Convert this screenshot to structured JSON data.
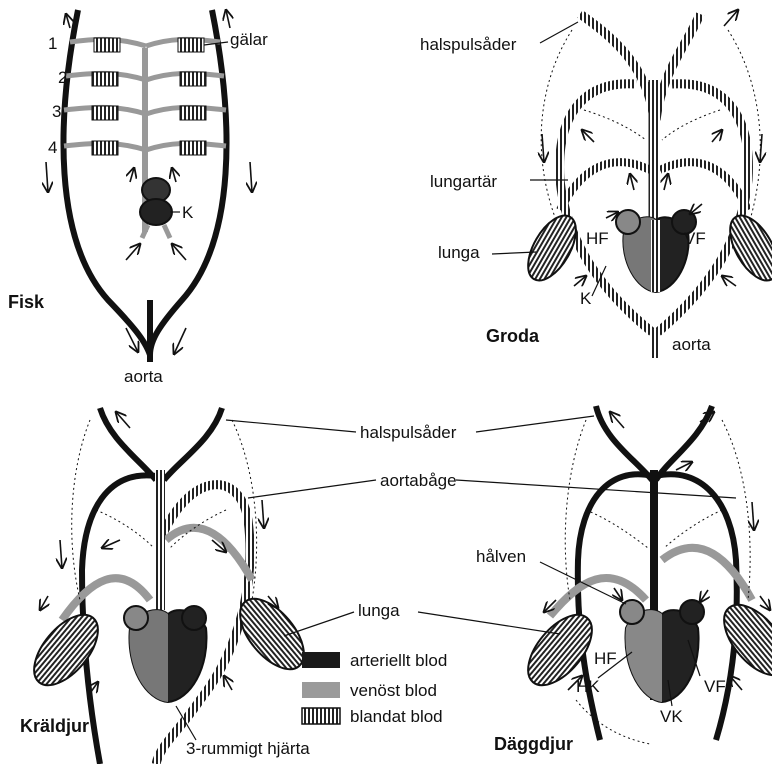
{
  "panels": {
    "fish": {
      "title": "Fisk",
      "arch_numbers": [
        "1",
        "2",
        "3",
        "4"
      ],
      "gills": "gälar",
      "heart": "K",
      "aorta": "aorta"
    },
    "frog": {
      "title": "Groda",
      "carotid": "halspulsåder",
      "pulmonary_artery": "lungartär",
      "lung": "lunga",
      "right_atrium": "HF",
      "left_atrium": "VF",
      "ventricle": "K",
      "aorta": "aorta"
    },
    "reptile": {
      "title": "Kräldjur",
      "heart": "3-rummigt hjärta"
    },
    "mammal": {
      "title": "Däggdjur",
      "vena_cava": "hålven",
      "right_atrium": "HF",
      "right_ventricle": "HK",
      "left_atrium": "VF",
      "left_ventricle": "VK"
    }
  },
  "shared_labels": {
    "carotid": "halspulsåder",
    "aortic_arch": "aortabåge",
    "lung": "lunga"
  },
  "legend": [
    {
      "label": "arteriellt blod",
      "pattern": "solid"
    },
    {
      "label": "venöst blod",
      "pattern": "grey"
    },
    {
      "label": "blandat blod",
      "pattern": "striped"
    }
  ],
  "colors": {
    "arterial": "#1a1a1a",
    "venous": "#9a9a9a",
    "mixed_stripe": "#222222",
    "background": "#ffffff"
  }
}
